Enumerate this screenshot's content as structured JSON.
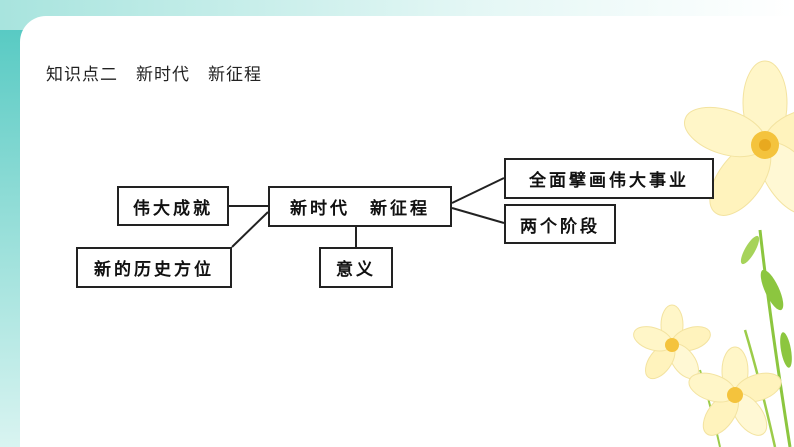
{
  "heading": "知识点二　新时代　新征程",
  "diagram": {
    "center": "新时代　新征程",
    "left_top": "伟大成就",
    "left_bottom": "新的历史方位",
    "bottom": "意义",
    "right_top": "全面擘画伟大事业",
    "right_bottom": "两个阶段"
  },
  "colors": {
    "band": "#4fc7c0",
    "line": "#222222",
    "petal": "#fff6c8",
    "flower_center": "#f4c33d",
    "leaf": "#8cc63f"
  },
  "icons": [
    "flower-decoration-icon"
  ]
}
